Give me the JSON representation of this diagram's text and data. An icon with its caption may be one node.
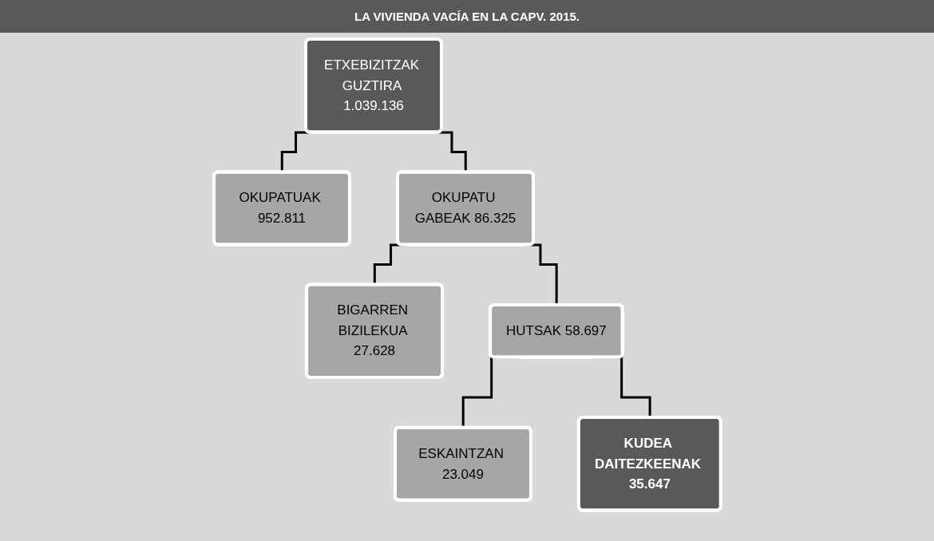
{
  "diagram": {
    "title": "LA VIVIENDA VACÍA EN LA CAPV. 2015.",
    "nodes": [
      {
        "text": [
          "ETXEBIZITZAK GUZTIRA 1.039.136"
        ]
      },
      {
        "text": [
          "OKUPATUAK 952.811"
        ]
      },
      {
        "text": [
          "OKUPATU GABEAK 86.325"
        ]
      },
      {
        "text": [
          "BIGARREN BIZILEKUA 27.628"
        ]
      },
      {
        "text": [
          "HUTSAK 58.697"
        ]
      },
      {
        "text": [
          "ESKAINTZAN 23.049"
        ]
      },
      {
        "text": [
          "KUDEA DAITEZKEENAK 35.647"
        ]
      }
    ],
    "edges": [
      {
        "from": 0,
        "to": 1,
        "arrow": "none"
      },
      {
        "from": 0,
        "to": 2,
        "arrow": "none"
      },
      {
        "from": 2,
        "to": 3,
        "arrow": "none"
      },
      {
        "from": 2,
        "to": 4,
        "arrow": "none"
      },
      {
        "from": 4,
        "to": 5,
        "arrow": "none"
      },
      {
        "from": 4,
        "to": 6,
        "arrow": "none"
      }
    ]
  }
}
